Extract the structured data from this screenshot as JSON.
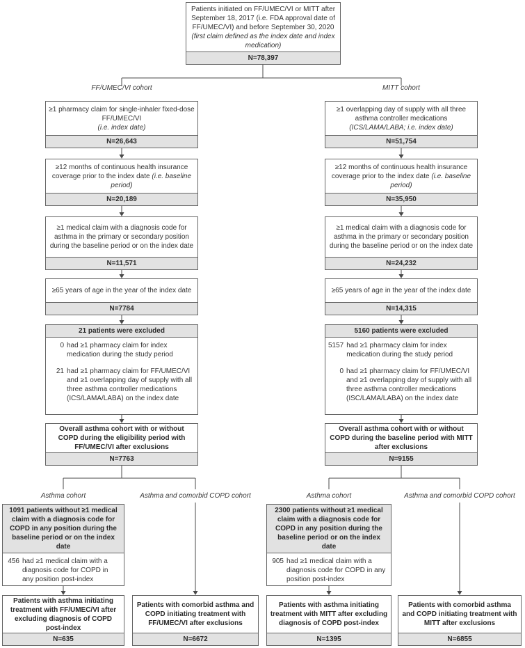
{
  "colors": {
    "bar_fill": "#e2e2e2",
    "border": "#636363",
    "text": "#333333"
  },
  "title_box": {
    "text": "Patients initiated on FF/UMEC/VI or MITT after September 18, 2017 (i.e. FDA approval date of FF/UMEC/VI) and before September 30, 2020",
    "note": "(first claim defined as the index date and index medication)",
    "n": "N=78,397"
  },
  "left": {
    "label": "FF/UMEC/VI cohort",
    "box1": {
      "text": "≥1 pharmacy claim for single-inhaler fixed-dose FF/UMEC/VI",
      "note": "(i.e. index date)",
      "n": "N=26,643"
    },
    "box2": {
      "text": "≥12 months of continuous health insurance coverage prior to the index date",
      "note": "(i.e. baseline period)",
      "n": "N=20,189"
    },
    "box3": {
      "text": "≥1 medical claim with a diagnosis code for asthma in the primary or secondary position during the baseline period or on the index date",
      "n": "N=11,571"
    },
    "box4": {
      "text": "≥65 years of age in the year of the index date",
      "n": "N=7784"
    },
    "exclusion": {
      "header": "21 patients were excluded",
      "item1": {
        "num": "0",
        "text": "had ≥1 pharmacy claim for index medication during the study period"
      },
      "item2": {
        "num": "21",
        "text": "had ≥1 pharmacy claim for FF/UMEC/VI and ≥1 overlapping day of supply with all three asthma controller medications (ICS/LAMA/LABA) on the index date"
      }
    },
    "overall": {
      "text": "Overall asthma cohort with or without COPD during the eligibility period with FF/UMEC/VI after exclusions",
      "n": "N=7763"
    }
  },
  "right": {
    "label": "MITT cohort",
    "box1": {
      "text": "≥1 overlapping day of supply with all three asthma controller medications",
      "note": "(ICS/LAMA/LABA; i.e. index date)",
      "n": "N=51,754"
    },
    "box2": {
      "text": "≥12 months of continuous health insurance coverage prior to the index date",
      "note": "(i.e. baseline period)",
      "n": "N=35,950"
    },
    "box3": {
      "text": "≥1 medical claim with a diagnosis code for asthma in the primary or secondary position during the baseline period or on the index date",
      "n": "N=24,232"
    },
    "box4": {
      "text": "≥65 years of age in the year of the index date",
      "n": "N=14,315"
    },
    "exclusion": {
      "header": "5160 patients were excluded",
      "item1": {
        "num": "5157",
        "text": "had ≥1 pharmacy claim for index medication during the study period"
      },
      "item2": {
        "num": "0",
        "text": "had ≥1 pharmacy claim for FF/UMEC/VI and ≥1 overlapping day of supply with all three asthma controller medications (ISC/LAMA/LABA) on the index date"
      }
    },
    "overall": {
      "text": "Overall asthma cohort with or without COPD during the baseline period with MITT after exclusions",
      "n": "N=9155"
    }
  },
  "bottom": {
    "col1": {
      "label": "Asthma cohort",
      "exclusion": {
        "header": "1091 patients without ≥1 medical claim with a diagnosis code for COPD in any position during the baseline period or on the index date",
        "item": {
          "num": "456",
          "text": "had ≥1 medical claim with a diagnosis code for COPD in any position post-index"
        }
      },
      "final": {
        "text": "Patients with asthma initiating treatment with FF/UMEC/VI after excluding diagnosis of COPD post-index",
        "n": "N=635"
      }
    },
    "col2": {
      "label": "Asthma and comorbid COPD cohort",
      "final": {
        "text": "Patients with comorbid asthma and COPD initiating treatment with FF/UMEC/VI after exclusions",
        "n": "N=6672"
      }
    },
    "col3": {
      "label": "Asthma cohort",
      "exclusion": {
        "header": "2300 patients without ≥1 medical claim with a diagnosis code for COPD in any position during the baseline period or on the index date",
        "item": {
          "num": "905",
          "text": "had ≥1 medical claim with a diagnosis code for COPD in any position post-index"
        }
      },
      "final": {
        "text": "Patients with asthma initiating treatment with MITT after excluding diagnosis of COPD post-index",
        "n": "N=1395"
      }
    },
    "col4": {
      "label": "Asthma and comorbid COPD cohort",
      "final": {
        "text": "Patients with comorbid asthma and COPD initiating treatment with MITT after exclusions",
        "n": "N=6855"
      }
    }
  }
}
